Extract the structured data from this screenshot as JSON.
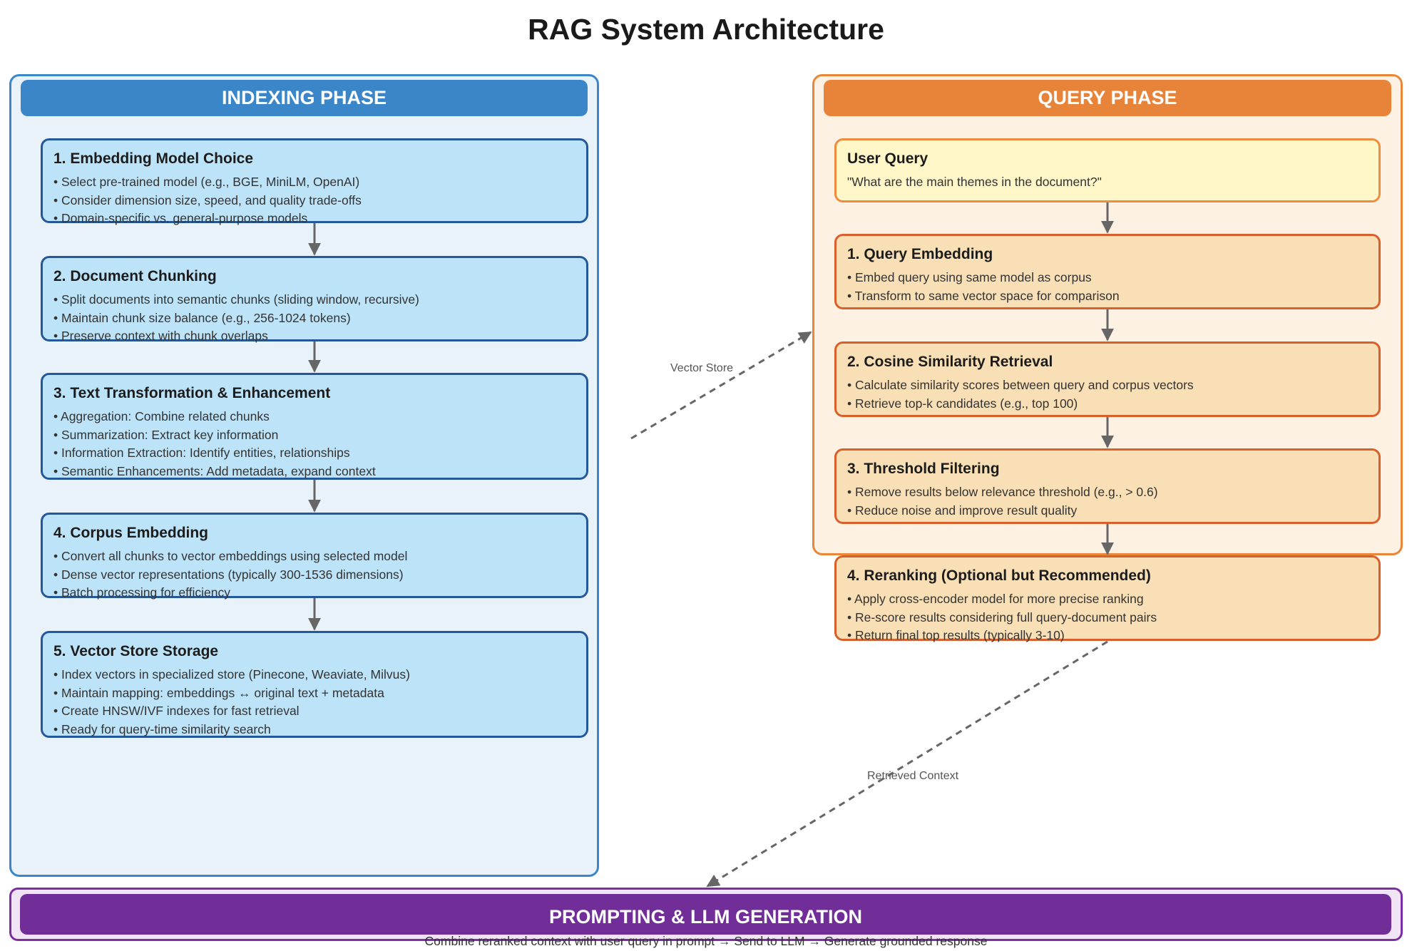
{
  "title": "RAG System Architecture",
  "colors": {
    "indexing_accent": "#3a86c9",
    "indexing_box_fill": "#bde3f8",
    "query_accent": "#e8843a",
    "query_box_fill": "#f9dfb6",
    "user_query_fill": "#fff7c7",
    "generation_accent": "#712d98",
    "arrow": "#666666"
  },
  "indexing": {
    "header": "INDEXING PHASE",
    "steps": [
      {
        "title": "1. Embedding Model Choice",
        "lines": [
          "• Select pre-trained model (e.g., BGE, MiniLM, OpenAI)",
          "• Consider dimension size, speed, and quality trade-offs",
          "• Domain-specific vs. general-purpose models"
        ]
      },
      {
        "title": "2. Document Chunking",
        "lines": [
          "• Split documents into semantic chunks (sliding window, recursive)",
          "• Maintain chunk size balance (e.g., 256-1024 tokens)",
          "• Preserve context with chunk overlaps"
        ]
      },
      {
        "title": "3. Text Transformation & Enhancement",
        "lines": [
          "• Aggregation: Combine related chunks",
          "• Summarization: Extract key information",
          "• Information Extraction: Identify entities, relationships",
          "• Semantic Enhancements: Add metadata, expand context"
        ]
      },
      {
        "title": "4. Corpus Embedding",
        "lines": [
          "• Convert all chunks to vector embeddings using selected model",
          "• Dense vector representations (typically 300-1536 dimensions)",
          "• Batch processing for efficiency"
        ]
      },
      {
        "title": "5. Vector Store Storage",
        "lines": [
          "• Index vectors in specialized store (Pinecone, Weaviate, Milvus)",
          "• Maintain mapping: embeddings ↔ original text + metadata",
          "• Create HNSW/IVF indexes for fast retrieval",
          "• Ready for query-time similarity search"
        ]
      }
    ]
  },
  "query": {
    "header": "QUERY PHASE",
    "user_query": {
      "title": "User Query",
      "text": "\"What are the main themes in the document?\""
    },
    "steps": [
      {
        "title": "1. Query Embedding",
        "lines": [
          "• Embed query using same model as corpus",
          "• Transform to same vector space for comparison"
        ]
      },
      {
        "title": "2. Cosine Similarity Retrieval",
        "lines": [
          "• Calculate similarity scores between query and corpus vectors",
          "• Retrieve top-k candidates (e.g., top 100)"
        ]
      },
      {
        "title": "3. Threshold Filtering",
        "lines": [
          "• Remove results below relevance threshold (e.g., > 0.6)",
          "• Reduce noise and improve result quality"
        ]
      },
      {
        "title": "4. Reranking (Optional but Recommended)",
        "lines": [
          "• Apply cross-encoder model for more precise ranking",
          "• Re-score results considering full query-document pairs",
          "• Return final top results (typically 3-10)"
        ]
      }
    ]
  },
  "edges": {
    "vector_store_label": "Vector Store",
    "retrieved_context_label": "Retrieved Context"
  },
  "generation": {
    "header": "PROMPTING & LLM GENERATION",
    "caption": "Combine reranked context with user query in prompt → Send to LLM → Generate grounded response"
  }
}
